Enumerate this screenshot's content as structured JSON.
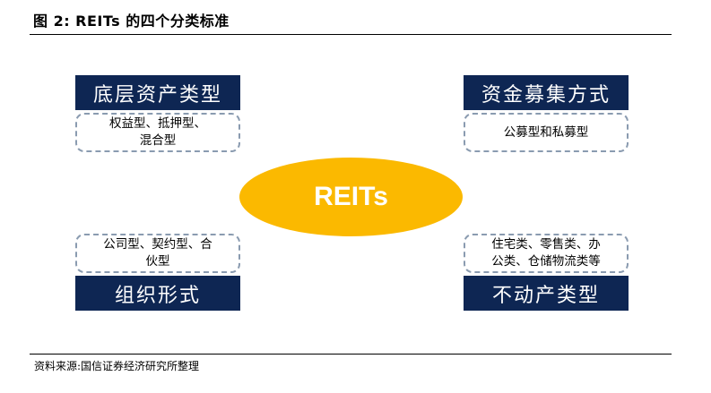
{
  "figure": {
    "title": "图 2: REITs 的四个分类标准",
    "source": "资料来源:国信证券经济研究所整理"
  },
  "center": {
    "label": "REITs"
  },
  "categories": [
    {
      "header": "底层资产类型",
      "detail_line1": "权益型、抵押型、",
      "detail_line2": "混合型"
    },
    {
      "header": "资金募集方式",
      "detail_line1": "公募型和私募型",
      "detail_line2": ""
    },
    {
      "header": "组织形式",
      "detail_line1": "公司型、契约型、合",
      "detail_line2": "伙型"
    },
    {
      "header": "不动产类型",
      "detail_line1": "住宅类、零售类、办",
      "detail_line2": "公类、仓储物流类等"
    }
  ],
  "colors": {
    "header_bg": "#0e2653",
    "center_fill": "#fbb900",
    "dash_border": "#8a9bb0"
  }
}
